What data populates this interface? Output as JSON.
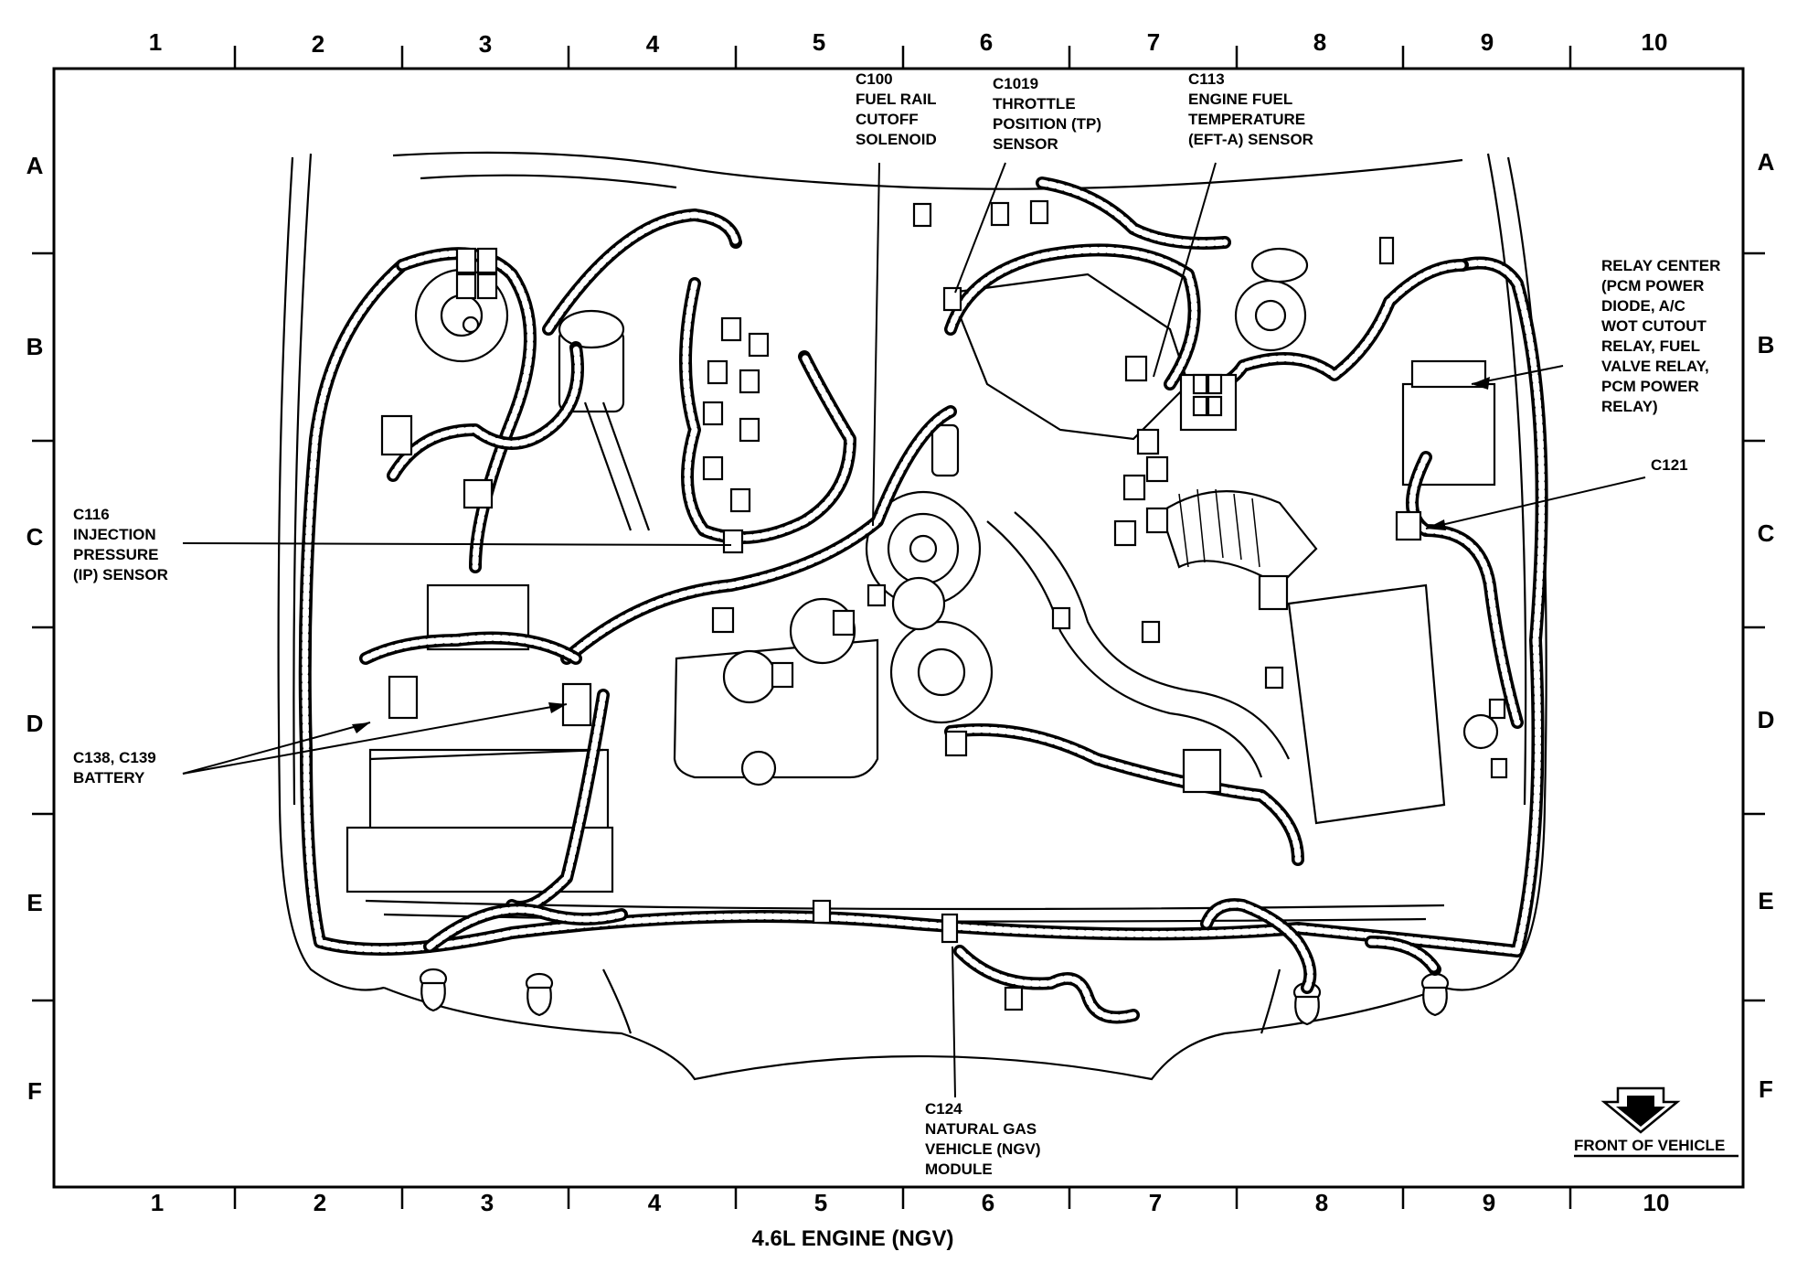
{
  "title": "4.6L ENGINE (NGV)",
  "grid": {
    "columns": [
      "1",
      "2",
      "3",
      "4",
      "5",
      "6",
      "7",
      "8",
      "9",
      "10"
    ],
    "rows": [
      "A",
      "B",
      "C",
      "D",
      "E",
      "F"
    ]
  },
  "callouts": {
    "c100": [
      "C100",
      "FUEL RAIL",
      "CUTOFF",
      "SOLENOID"
    ],
    "c1019": [
      "C1019",
      "THROTTLE",
      "POSITION (TP)",
      "SENSOR"
    ],
    "c113": [
      "C113",
      "ENGINE FUEL",
      "TEMPERATURE",
      "(EFT-A) SENSOR"
    ],
    "relay_center": [
      "RELAY CENTER",
      "(PCM POWER",
      "DIODE, A/C",
      "WOT CUTOUT",
      "RELAY, FUEL",
      "VALVE RELAY,",
      "PCM POWER",
      "RELAY)"
    ],
    "c121": [
      "C121"
    ],
    "c116": [
      "C116",
      "INJECTION",
      "PRESSURE",
      "(IP) SENSOR"
    ],
    "c138_c139": [
      "C138, C139",
      "BATTERY"
    ],
    "c124": [
      "C124",
      "NATURAL GAS",
      "VEHICLE (NGV)",
      "MODULE"
    ]
  },
  "front_of_vehicle": "FRONT OF VEHICLE",
  "front_arrow_icon": "double-down-arrow-icon"
}
